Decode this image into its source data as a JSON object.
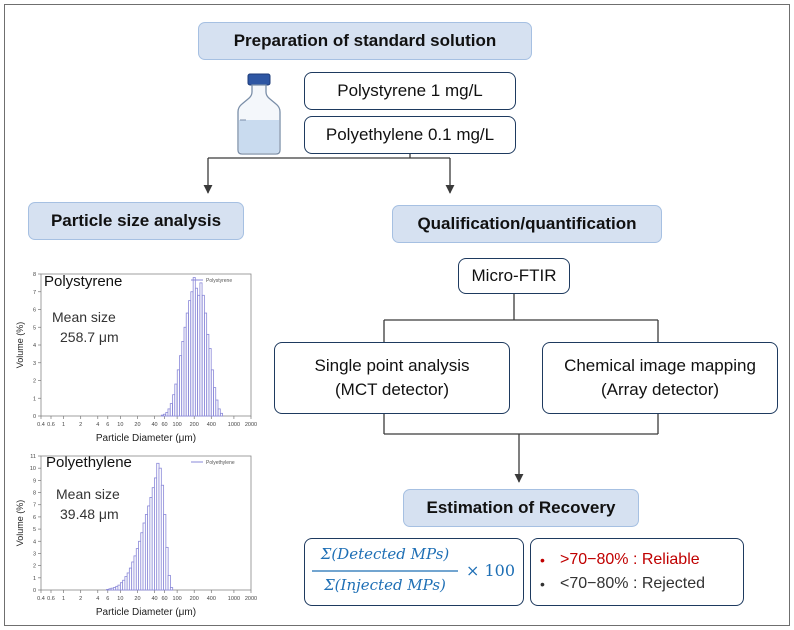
{
  "header": {
    "title": "Preparation of standard solution"
  },
  "solutions": [
    {
      "label": "Polystyrene 1 mg/L"
    },
    {
      "label": "Polyethylene 0.1 mg/L"
    }
  ],
  "left_panel": {
    "title": "Particle size analysis"
  },
  "right_panel": {
    "title": "Qualification/quantification",
    "instrument": "Micro-FTIR",
    "method_single": {
      "line1": "Single point analysis",
      "line2": "(MCT detector)"
    },
    "method_mapping": {
      "line1": "Chemical image mapping",
      "line2": "(Array detector)"
    },
    "recovery_title": "Estimation of Recovery"
  },
  "formula": {
    "numerator": "Σ(Detected MPs)",
    "denominator": "Σ(Injected MPs)",
    "multiplier": "× 100"
  },
  "criteria": [
    {
      "bullet": "•",
      "text": ">70−80% : Reliable",
      "color": "#c00000"
    },
    {
      "bullet": "•",
      "text": "<70−80% : Rejected",
      "color": "#333333"
    }
  ],
  "colors": {
    "title_fill": "#d6e1f1",
    "box_border": "#1e3a5f",
    "bar_stroke": "#8a88d8",
    "formula": "#1e6fb5"
  },
  "chart_data": [
    {
      "type": "bar",
      "title": "Polystyrene",
      "legend": "Polystyrene",
      "xlabel": "Particle Diameter (μm)",
      "ylabel": "Volume (%)",
      "x_scale": "log",
      "xlim": [
        0.4,
        2000
      ],
      "ylim": [
        0,
        8
      ],
      "xticks": [
        "0.4",
        "0.6",
        "1",
        "2",
        "4",
        "6",
        "10",
        "20",
        "40",
        "60",
        "100",
        "200",
        "400",
        "1000",
        "2000"
      ],
      "yticks": [
        "0",
        "1",
        "2",
        "3",
        "4",
        "5",
        "6",
        "7",
        "8"
      ],
      "mean_label": "Mean size",
      "mean_value": "258.7 μm",
      "x": [
        55,
        60,
        66,
        72,
        79,
        87,
        95,
        105,
        115,
        126,
        138,
        151,
        166,
        182,
        200,
        219,
        240,
        263,
        289,
        317,
        347,
        381,
        418,
        458,
        502,
        551,
        604
      ],
      "values": [
        0.05,
        0.1,
        0.2,
        0.4,
        0.7,
        1.2,
        1.8,
        2.6,
        3.4,
        4.2,
        5.0,
        5.8,
        6.5,
        7.0,
        7.8,
        7.2,
        6.8,
        7.5,
        6.8,
        5.8,
        4.6,
        3.8,
        2.6,
        1.6,
        0.9,
        0.4,
        0.15
      ]
    },
    {
      "type": "bar",
      "title": "Polyethylene",
      "legend": "Polyethylene",
      "xlabel": "Particle Diameter (μm)",
      "ylabel": "Volume (%)",
      "x_scale": "log",
      "xlim": [
        0.4,
        2000
      ],
      "ylim": [
        0,
        11
      ],
      "xticks": [
        "0.4",
        "0.6",
        "1",
        "2",
        "4",
        "6",
        "10",
        "20",
        "40",
        "60",
        "100",
        "200",
        "400",
        "1000",
        "2000"
      ],
      "yticks": [
        "0",
        "1",
        "2",
        "3",
        "4",
        "5",
        "6",
        "7",
        "8",
        "9",
        "10",
        "11"
      ],
      "mean_label": "Mean size",
      "mean_value": "39.48 μm",
      "x": [
        6,
        6.6,
        7.2,
        7.9,
        8.7,
        9.5,
        10.5,
        11.5,
        12.6,
        13.8,
        15.1,
        16.6,
        18.2,
        20,
        21.9,
        24,
        26.3,
        28.9,
        31.7,
        34.7,
        38.1,
        41.8,
        45.8,
        50.2,
        55.1,
        60.4,
        66.2,
        72.6,
        79.6
      ],
      "values": [
        0.05,
        0.1,
        0.15,
        0.2,
        0.3,
        0.4,
        0.6,
        0.8,
        1.1,
        1.4,
        1.8,
        2.3,
        2.8,
        3.4,
        4.0,
        4.7,
        5.5,
        6.2,
        6.9,
        7.6,
        8.4,
        9.2,
        10.4,
        10.0,
        8.6,
        6.2,
        3.5,
        1.2,
        0.2
      ]
    }
  ]
}
